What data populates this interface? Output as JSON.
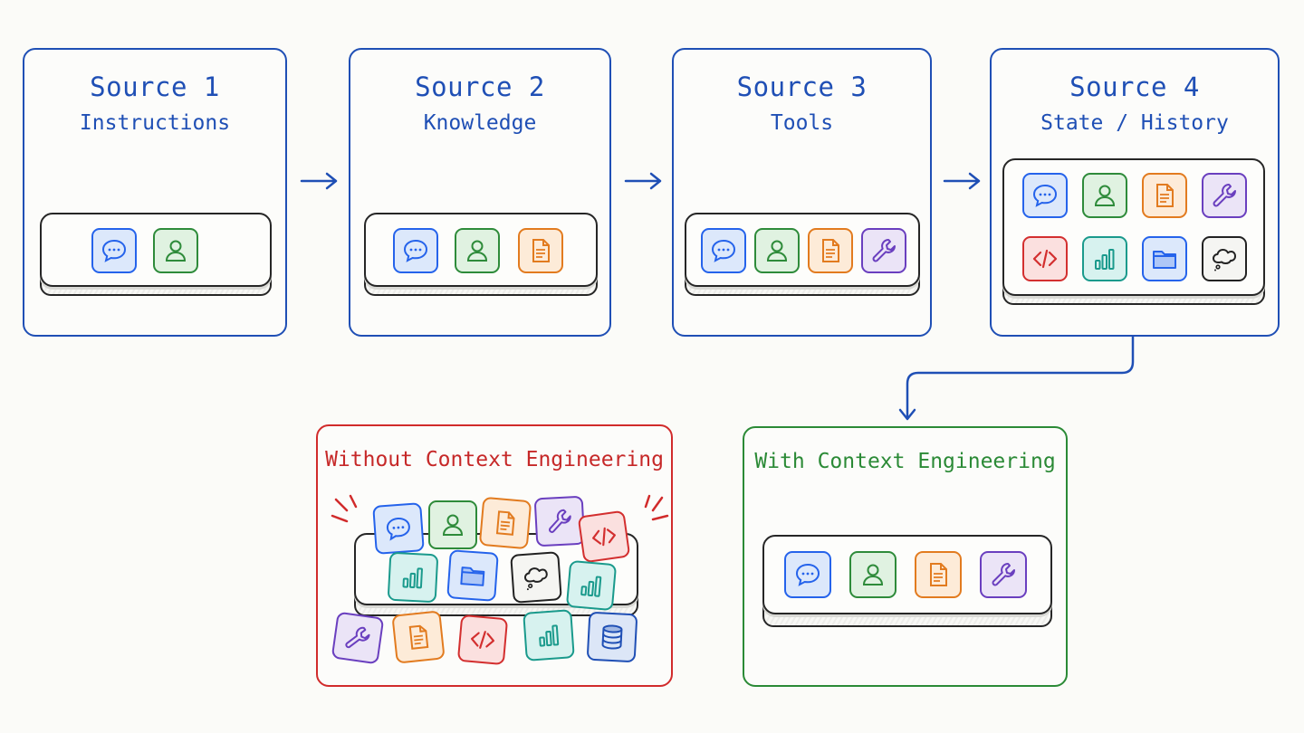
{
  "sources": [
    {
      "title": "Source 1",
      "subtitle": "Instructions",
      "icons": [
        "chat-icon",
        "user-icon"
      ]
    },
    {
      "title": "Source 2",
      "subtitle": "Knowledge",
      "icons": [
        "chat-icon",
        "user-icon",
        "document-icon"
      ]
    },
    {
      "title": "Source 3",
      "subtitle": "Tools",
      "icons": [
        "chat-icon",
        "user-icon",
        "document-icon",
        "wrench-icon"
      ]
    },
    {
      "title": "Source 4",
      "subtitle": "State / History",
      "icons": [
        "chat-icon",
        "user-icon",
        "document-icon",
        "wrench-icon",
        "code-icon",
        "bar-chart-icon",
        "folder-icon",
        "thought-bubble-icon"
      ]
    }
  ],
  "without": {
    "title": "Without Context Engineering",
    "icons": [
      "chat-icon",
      "user-icon",
      "document-icon",
      "wrench-icon",
      "code-icon",
      "bar-chart-icon",
      "folder-icon",
      "thought-bubble-icon",
      "bar-chart-icon",
      "wrench-icon",
      "document-icon",
      "code-icon",
      "bar-chart-icon",
      "database-icon"
    ]
  },
  "with": {
    "title": "With Context Engineering",
    "icons": [
      "chat-icon",
      "user-icon",
      "document-icon",
      "wrench-icon"
    ]
  },
  "colors": {
    "source_border": "#1f4fb5",
    "without_border": "#d12b2b",
    "with_border": "#2b8a36"
  }
}
